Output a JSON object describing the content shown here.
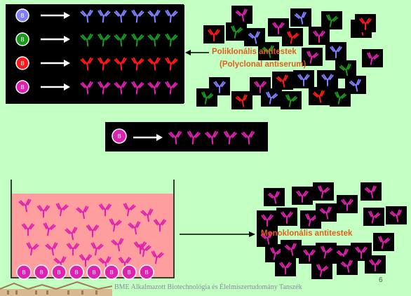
{
  "b_cell_letter": "B",
  "labels": {
    "polyclonal_hu": "Poliklonális antitestek",
    "polyclonal_en": "(Polyclonal antiserum)",
    "monoclonal_hu": "Monoklonális antitestek"
  },
  "footer": "BME Alkalmazott Biotechnológia és Élelmiszertudomány Tanszék",
  "page_number": "6",
  "colors": {
    "background": "#c3ffc3",
    "blue": "#8080ff",
    "green": "#1a9a1a",
    "red": "#ff1a1a",
    "magenta": "#e020b0",
    "vessel": "#ff9e9e",
    "label": "#e0601a"
  },
  "polyclonal_clones": [
    "blue",
    "green",
    "red",
    "magenta"
  ],
  "single_clone": "magenta",
  "scattered_antibody_colors": [
    "magenta",
    "red",
    "green",
    "blue",
    "magenta",
    "red",
    "blue",
    "magenta",
    "green",
    "red",
    "blue",
    "magenta",
    "green",
    "blue",
    "green",
    "red",
    "magenta",
    "blue",
    "red",
    "blue",
    "green",
    "red",
    "blue",
    "green",
    "blue",
    "red",
    "magenta",
    "green"
  ],
  "culture_b_cells": 8
}
